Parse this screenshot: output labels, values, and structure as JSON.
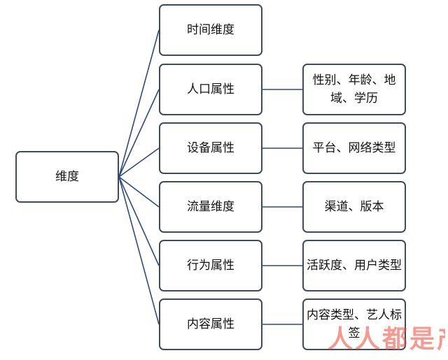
{
  "root": {
    "label": "维度"
  },
  "dimensions": [
    {
      "label": "时间维度"
    },
    {
      "label": "人口属性",
      "detail": "性别、年龄、地域、学历"
    },
    {
      "label": "设备属性",
      "detail": "平台、网络类型"
    },
    {
      "label": "流量维度",
      "detail": "渠道、版本"
    },
    {
      "label": "行为属性",
      "detail": "活跃度、用户类型"
    },
    {
      "label": "内容属性",
      "detail": "内容类型、艺人标签"
    }
  ],
  "watermark": {
    "text": "人人都是产品经理"
  },
  "colors": {
    "border": "#3f4a5c",
    "line": "#2f4a7a",
    "text": "#111111",
    "watermark": "#e84a3c"
  }
}
